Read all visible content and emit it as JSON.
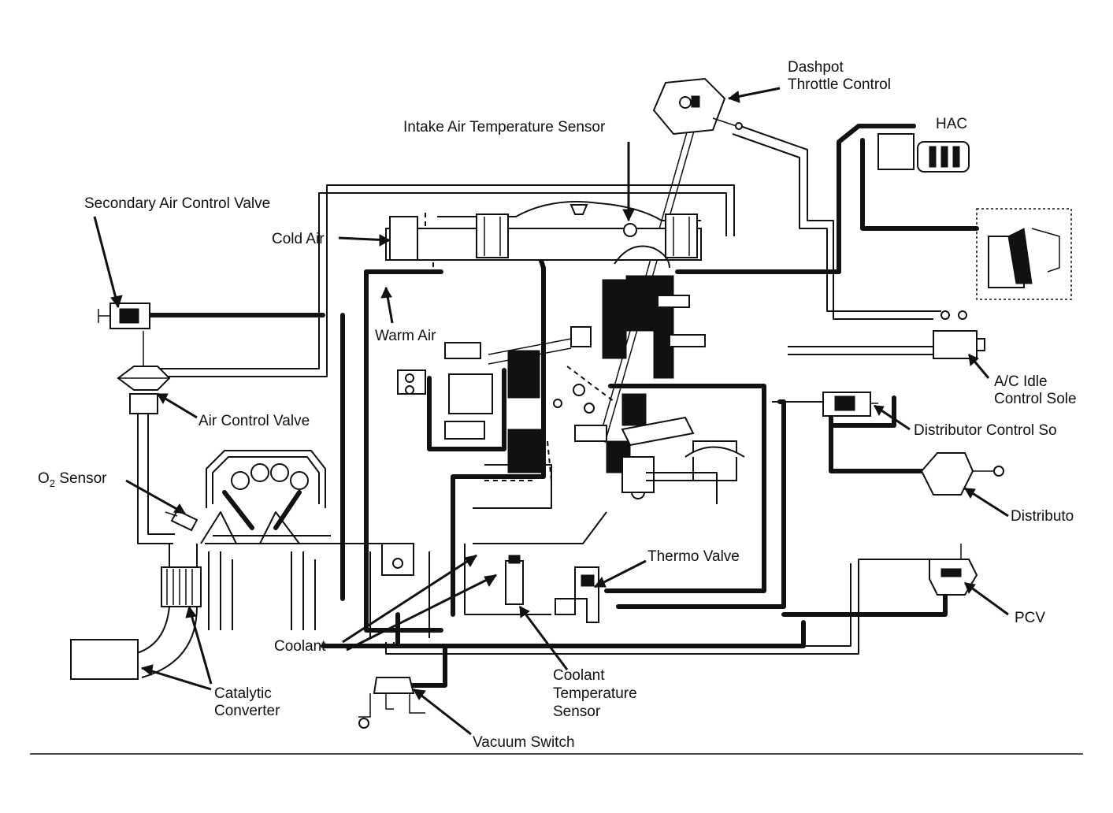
{
  "labels": {
    "dashpot": [
      "Dashpot",
      "Throttle Control"
    ],
    "intake_air_temp_sensor": "Intake Air Temperature Sensor",
    "hac": "HAC",
    "secondary_air_control_valve": "Secondary Air Control Valve",
    "cold_air": "Cold Air",
    "warm_air": "Warm Air",
    "ac_idle_control": [
      "A/C Idle",
      "Control Sole"
    ],
    "air_control_valve": "Air Control Valve",
    "distributor_control": "Distributor Control So",
    "o2_prefix": "O",
    "o2_sub": "2",
    "o2_suffix": " Sensor",
    "distributor": "Distributo",
    "thermo_valve": "Thermo Valve",
    "pcv": "PCV",
    "coolant": "Coolant",
    "coolant_temp_sensor": [
      "Coolant",
      "Temperature",
      "Sensor"
    ],
    "catalytic_converter": [
      "Catalytic",
      "Converter"
    ],
    "vacuum_switch": "Vacuum Switch"
  },
  "colors": {
    "ink": "#111111",
    "paper": "#ffffff"
  }
}
